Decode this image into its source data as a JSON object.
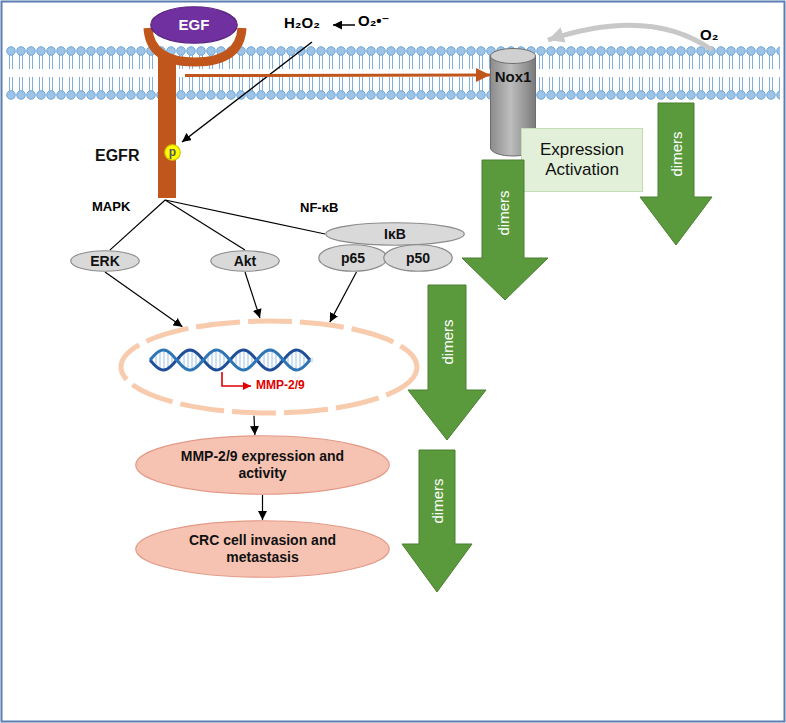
{
  "diagram": {
    "nodes": [
      {
        "text": [
          "EGF"
        ]
      },
      {
        "text": [
          "EGFR"
        ]
      },
      {
        "text": [
          "p"
        ]
      },
      {
        "text": [
          "Nox1"
        ]
      },
      {
        "text": [
          "Expression Activation"
        ]
      },
      {
        "text": [
          "dimers"
        ]
      },
      {
        "text": [
          "ERK"
        ]
      },
      {
        "text": [
          "Akt"
        ]
      },
      {
        "text": [
          "IκB"
        ]
      },
      {
        "text": [
          "p65"
        ]
      },
      {
        "text": [
          "p50"
        ]
      },
      {
        "text": [
          "dimers"
        ]
      },
      {
        "text": [
          "MMP-2/9"
        ]
      },
      {
        "text": [
          "dimers"
        ]
      },
      {
        "text": [
          "MMP-2/9 expression and activity"
        ]
      },
      {
        "text": [
          "dimers"
        ]
      },
      {
        "text": [
          "CRC cell invasion and metastasis"
        ]
      }
    ],
    "edges": [
      {
        "from": 1,
        "to": 3,
        "arrow": "to"
      },
      {
        "from": 1,
        "to": 6,
        "arrow": "none"
      },
      {
        "from": 1,
        "to": 7,
        "arrow": "none"
      },
      {
        "from": 1,
        "to": 8,
        "arrow": "none"
      },
      {
        "from": 6,
        "to": 12,
        "arrow": "to"
      },
      {
        "from": 7,
        "to": 12,
        "arrow": "to"
      },
      {
        "from": 9,
        "to": 12,
        "arrow": "to"
      },
      {
        "from": 12,
        "to": 14,
        "arrow": "to"
      },
      {
        "from": 14,
        "to": 16,
        "arrow": "to"
      }
    ],
    "labels": [
      "H₂O₂",
      "O₂•⁻",
      "O₂",
      "MAPK",
      "NF-κB"
    ]
  }
}
